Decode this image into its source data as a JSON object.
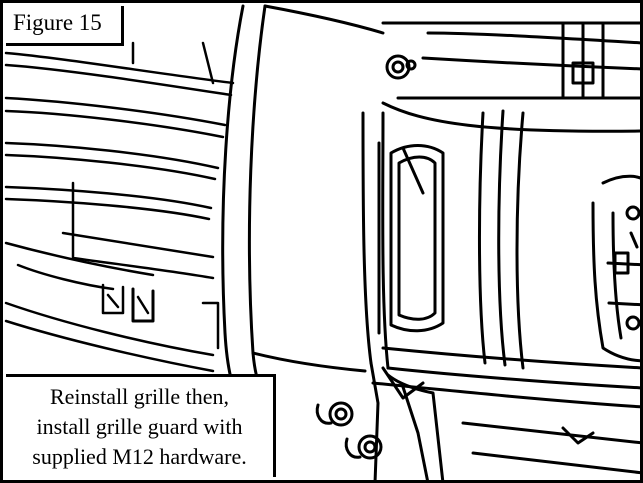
{
  "figure": {
    "label": "Figure 15",
    "caption_lines": [
      "Reinstall grille then,",
      "install grille guard with",
      "supplied M12 hardware."
    ]
  },
  "colors": {
    "line": "#000000",
    "background": "#ffffff"
  }
}
